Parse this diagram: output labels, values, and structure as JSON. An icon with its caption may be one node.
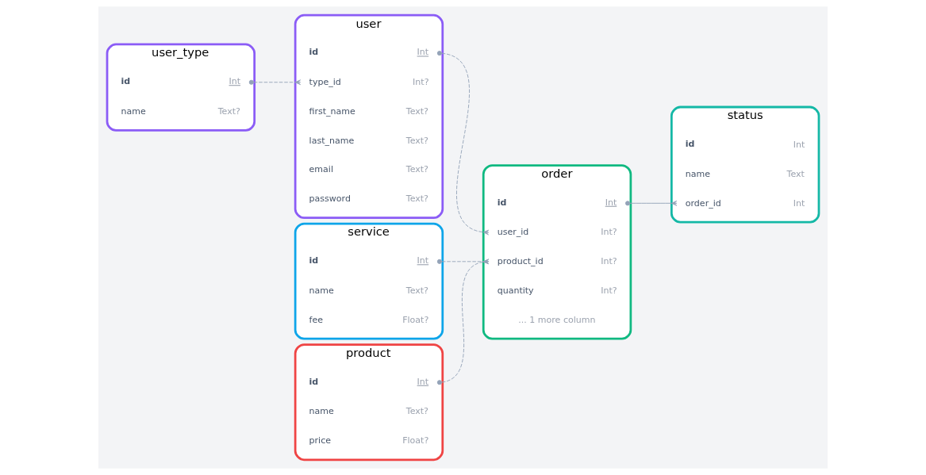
{
  "diagram": {
    "nodes": [
      {
        "text": [
          "user_type"
        ]
      },
      {
        "text": [
          "id",
          "Int"
        ],
        "in": 0
      },
      {
        "text": [
          "name",
          "Text?"
        ],
        "in": 0
      },
      {
        "text": [
          "user"
        ]
      },
      {
        "text": [
          "id",
          "Int"
        ],
        "in": 3
      },
      {
        "text": [
          "type_id",
          "Int?"
        ],
        "in": 3
      },
      {
        "text": [
          "first_name",
          "Text?"
        ],
        "in": 3
      },
      {
        "text": [
          "last_name",
          "Text?"
        ],
        "in": 3
      },
      {
        "text": [
          "email",
          "Text?"
        ],
        "in": 3
      },
      {
        "text": [
          "password",
          "Text?"
        ],
        "in": 3
      },
      {
        "text": [
          "status"
        ]
      },
      {
        "text": [
          "id",
          "Int"
        ],
        "in": 10
      },
      {
        "text": [
          "name",
          "Text"
        ],
        "in": 10
      },
      {
        "text": [
          "order_id",
          "Int"
        ],
        "in": 10
      },
      {
        "text": [
          "order"
        ]
      },
      {
        "text": [
          "id",
          "Int"
        ],
        "in": 14
      },
      {
        "text": [
          "user_id",
          "Int?"
        ],
        "in": 14
      },
      {
        "text": [
          "product_id",
          "Int?"
        ],
        "in": 14
      },
      {
        "text": [
          "quantity",
          "Int?"
        ],
        "in": 14
      },
      {
        "text": [
          "... 1 more column"
        ],
        "in": 14
      },
      {
        "text": [
          "service"
        ]
      },
      {
        "text": [
          "id",
          "Int"
        ],
        "in": 20
      },
      {
        "text": [
          "name",
          "Text?"
        ],
        "in": 20
      },
      {
        "text": [
          "fee",
          "Float?"
        ],
        "in": 20
      },
      {
        "text": [
          "product"
        ]
      },
      {
        "text": [
          "id",
          "Int"
        ],
        "in": 24
      },
      {
        "text": [
          "name",
          "Text?"
        ],
        "in": 24
      },
      {
        "text": [
          "price",
          "Float?"
        ],
        "in": 24
      }
    ],
    "edges": [
      {
        "from": 1,
        "to": 5,
        "arrow": "other",
        "style": "dashed"
      },
      {
        "from": 4,
        "to": 16,
        "arrow": "other",
        "style": "dashed"
      },
      {
        "from": 15,
        "to": 13,
        "arrow": "other"
      },
      {
        "from": 21,
        "to": 17,
        "arrow": "other",
        "style": "dashed"
      },
      {
        "from": 25,
        "to": 17,
        "arrow": "other",
        "style": "dashed"
      }
    ]
  }
}
